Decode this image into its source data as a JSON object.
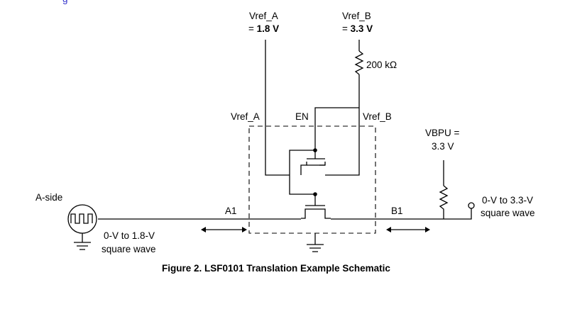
{
  "header": {
    "top_text_fragment": "g"
  },
  "labels": {
    "vref_a_top_name": "Vref_A",
    "vref_a_top_value_prefix": "= ",
    "vref_a_top_value": "1.8 V",
    "vref_b_top_name": "Vref_B",
    "vref_b_top_value_prefix": "= ",
    "vref_b_top_value": "3.3 V",
    "resistor_value": "200 kΩ",
    "pin_vref_a": "Vref_A",
    "pin_en": "EN",
    "pin_vref_b": "Vref_B",
    "vbpu_line1": "VBPU =",
    "vbpu_line2": "3.3 V",
    "a_side": "A-side",
    "a1": "A1",
    "b1": "B1",
    "a_signal_line1": "0-V to 1.8-V",
    "a_signal_line2": "square wave",
    "b_signal_line1": "0-V to 3.3-V",
    "b_signal_line2": "square wave"
  },
  "caption": "Figure 2. LSF0101 Translation Example Schematic",
  "colors": {
    "ink": "#000000",
    "link_blue": "#3333cc",
    "background": "#ffffff"
  }
}
